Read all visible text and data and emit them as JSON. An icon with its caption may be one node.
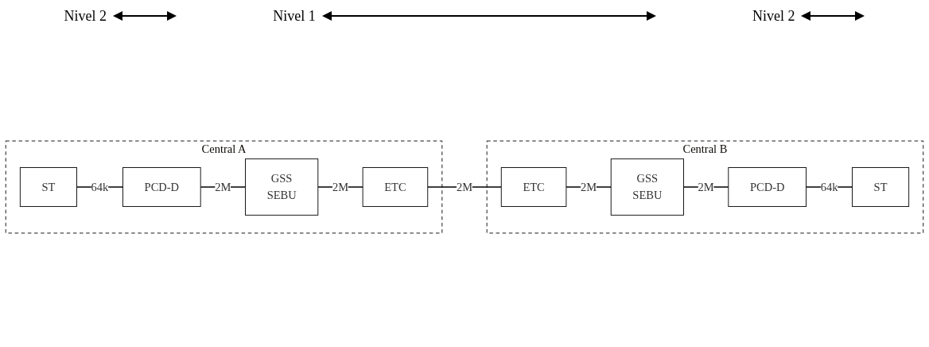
{
  "diagram": {
    "nodes": [
      {
        "text": [
          "Central A"
        ]
      },
      {
        "text": [
          "ST"
        ],
        "in": 0
      },
      {
        "text": [
          "PCD-D"
        ],
        "in": 0
      },
      {
        "text": [
          "GSS",
          "SEBU"
        ],
        "in": 0
      },
      {
        "text": [
          "ETC"
        ],
        "in": 0
      },
      {
        "text": [
          "Central B"
        ]
      },
      {
        "text": [
          "ETC"
        ],
        "in": 5
      },
      {
        "text": [
          "GSS",
          "SEBU"
        ],
        "in": 5
      },
      {
        "text": [
          "PCD-D"
        ],
        "in": 5
      },
      {
        "text": [
          "ST"
        ],
        "in": 5
      }
    ],
    "edges": [
      {
        "from": 1,
        "to": 2,
        "arrow": "none",
        "label": "64k"
      },
      {
        "from": 2,
        "to": 3,
        "arrow": "none",
        "label": "2M"
      },
      {
        "from": 3,
        "to": 4,
        "arrow": "none",
        "label": "2M"
      },
      {
        "from": 4,
        "to": 6,
        "arrow": "none",
        "label": "2M"
      },
      {
        "from": 6,
        "to": 7,
        "arrow": "none",
        "label": "2M"
      },
      {
        "from": 7,
        "to": 8,
        "arrow": "none",
        "label": "2M"
      },
      {
        "from": 8,
        "to": 9,
        "arrow": "none",
        "label": "64k"
      }
    ],
    "labels": [
      "Nivel 2",
      "Nivel 1",
      "Nivel 2"
    ]
  }
}
